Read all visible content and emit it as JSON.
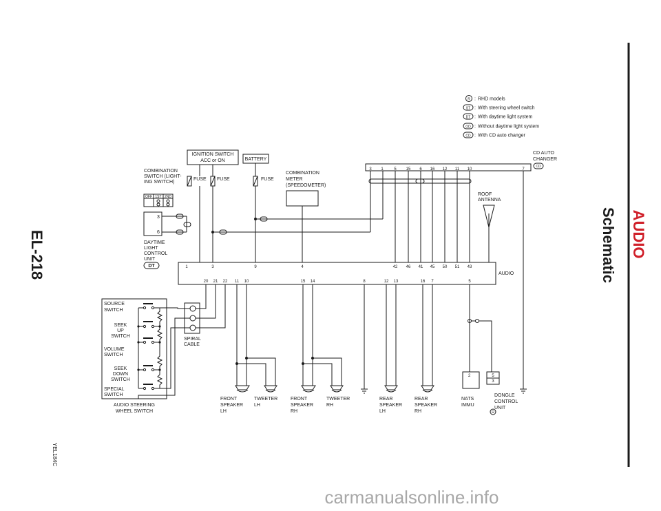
{
  "page": {
    "number": "EL-218",
    "section": "AUDIO",
    "subtitle": "Schematic",
    "figure_code": "YEL184C",
    "watermark": "carmanualsonline.info"
  },
  "legend": [
    {
      "code": "R",
      "text": "RHD models"
    },
    {
      "code": "ST",
      "text": "With steering wheel switch"
    },
    {
      "code": "DT",
      "text": "With daytime light system"
    },
    {
      "code": "OD",
      "text": "Without daytime light system"
    },
    {
      "code": "CD",
      "text": "With CD auto changer"
    }
  ],
  "components": {
    "ignition": {
      "line1": "IGNITION SWITCH",
      "line2": "ACC or ON"
    },
    "battery": "BATTERY",
    "fuse1": "FUSE",
    "fuse2": "FUSE",
    "fuse3": "FUSE",
    "combo_switch": [
      "COMBINATION",
      "SWITCH (LIGHT-",
      "ING SWITCH)"
    ],
    "combo_switch_positions": [
      "OFF",
      "1ST",
      "2ND"
    ],
    "combo_meter": [
      "COMBINATION",
      "METER",
      "(SPEEDOMETER)"
    ],
    "cd_changer": [
      "CD AUTO",
      "CHANGER"
    ],
    "roof_antenna": [
      "ROOF",
      "ANTENNA"
    ],
    "daytime_unit": [
      "DAYTIME",
      "LIGHT",
      "CONTROL",
      "UNIT"
    ],
    "daytime_pins": [
      "3",
      "6"
    ],
    "audio": "AUDIO",
    "spiral_cable": [
      "SPIRAL",
      "CABLE"
    ],
    "steering_switch_title": [
      "AUDIO STEERING",
      "WHEEL SWITCH"
    ],
    "steering_switches": [
      [
        "SOURCE",
        "SWITCH"
      ],
      [
        "SEEK",
        "UP",
        "SWITCH"
      ],
      [
        "VOLUME",
        "SWITCH"
      ],
      [
        "SEEK",
        "DOWN",
        "SWITCH"
      ],
      [
        "SPECIAL",
        "SWITCH"
      ]
    ],
    "speakers": [
      [
        "FRONT",
        "SPEAKER",
        "LH"
      ],
      [
        "TWEETER",
        "LH"
      ],
      [
        "FRONT",
        "SPEAKER",
        "RH"
      ],
      [
        "TWEETER",
        "RH"
      ],
      [
        "REAR",
        "SPEAKER",
        "LH"
      ],
      [
        "REAR",
        "SPEAKER",
        "RH"
      ]
    ],
    "nats": [
      "NATS",
      "IMMU"
    ],
    "nats_pin": "2",
    "dongle": [
      "DONGLE",
      "CONTROL",
      "UNIT"
    ],
    "dongle_pins": [
      "5",
      "3"
    ]
  },
  "cd_pins": [
    "3",
    "1",
    "5",
    "15",
    "6",
    "16",
    "12",
    "11",
    "10",
    "7"
  ],
  "audio_top_pins": [
    "1",
    "3",
    "9",
    "4",
    "42",
    "46",
    "41",
    "45",
    "50",
    "51",
    "43"
  ],
  "audio_bottom_pins": [
    "20",
    "21",
    "22",
    "11",
    "10",
    "15",
    "14",
    "8",
    "12",
    "13",
    "16",
    "7",
    "5"
  ],
  "tags": {
    "dt": "DT",
    "od": "OD",
    "st": "ST",
    "cd": "CD",
    "r": "R"
  }
}
